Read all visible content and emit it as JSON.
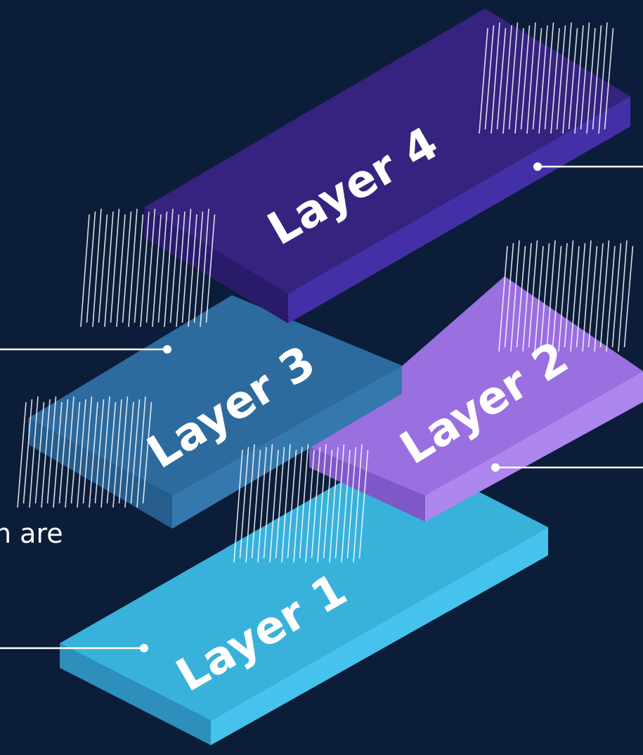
{
  "colors": {
    "background": "#0c1d39",
    "layer_1": "#38b2da",
    "layer_2": "#9a6fe0",
    "layer_3": "#2d6b9e",
    "layer_4": "#35237f",
    "connector": "#ffffff"
  },
  "layers": [
    {
      "id": "layer-1",
      "label": "Layer 1"
    },
    {
      "id": "layer-2",
      "label": "Layer 2"
    },
    {
      "id": "layer-3",
      "label": "Layer 3"
    },
    {
      "id": "layer-4",
      "label": "Layer 4"
    }
  ],
  "side_text": {
    "partial_line": "n are"
  }
}
